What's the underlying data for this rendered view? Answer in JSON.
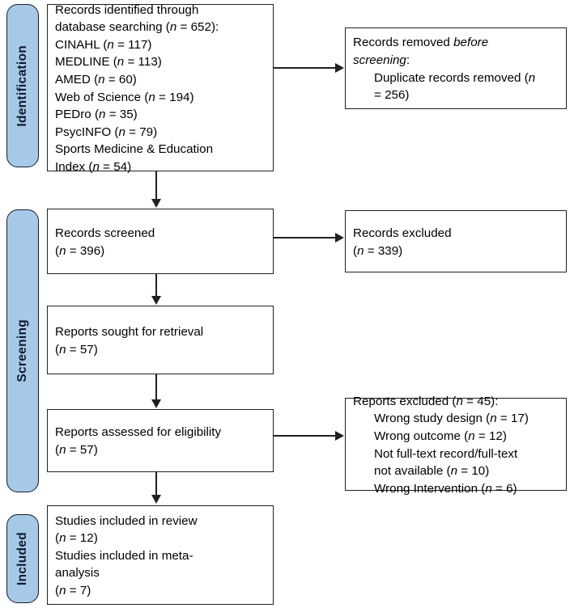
{
  "diagram": {
    "title": "PRISMA 2020 flow diagram",
    "accent_color": "#A6C9E8",
    "line_color": "#231f20"
  },
  "stages": [
    {
      "key": "identification",
      "label": "Identification"
    },
    {
      "key": "screening",
      "label": "Screening"
    },
    {
      "key": "included",
      "label": "Included"
    }
  ],
  "boxes": {
    "records_identified": {
      "lines": [
        "Records identified through",
        "database searching (",
        "CINAHL (",
        "MEDLINE (",
        "AMED (",
        "Web of Science (",
        "PEDro (",
        "PsycINFO (",
        "Sports Medicine & Education",
        "Index ("
      ],
      "l1": "Records identified through",
      "l2a": "database searching (",
      "l2n": "n",
      "l2b": " = 652):",
      "l3a": "CINAHL (",
      "l3n": "n",
      "l3b": " = 117)",
      "l4a": "MEDLINE (",
      "l4n": "n",
      "l4b": " = 113)",
      "l5a": "AMED (",
      "l5n": "n",
      "l5b": " = 60)",
      "l6a": "Web of Science (",
      "l6n": "n",
      "l6b": " = 194)",
      "l7a": "PEDro (",
      "l7n": "n",
      "l7b": " = 35)",
      "l8a": "PsycINFO (",
      "l8n": "n",
      "l8b": " = 79)",
      "l9": "Sports Medicine & Education",
      "l10a": "Index (",
      "l10n": "n",
      "l10b": " = 54)"
    },
    "records_removed": {
      "l1a": "Records removed ",
      "l1i": "before",
      "l2i": "screening",
      "l2b": ":",
      "l3a": "Duplicate records removed (",
      "l3n": "n",
      "l4": "= 256)"
    },
    "records_screened": {
      "l1": "Records screened",
      "l2a": "(",
      "l2n": "n",
      "l2b": " = 396)"
    },
    "records_excluded": {
      "l1": "Records excluded",
      "l2a": "(",
      "l2n": "n",
      "l2b": " = 339)"
    },
    "reports_sought": {
      "l1": "Reports sought for retrieval",
      "l2a": "(",
      "l2n": "n",
      "l2b": " = 57)"
    },
    "reports_assessed": {
      "l1": "Reports assessed for eligibility",
      "l2a": "(",
      "l2n": "n",
      "l2b": " = 57)"
    },
    "reports_excluded": {
      "l1a": "Reports excluded (",
      "l1n": "n",
      "l1b": " = 45):",
      "l2a": "Wrong study design (",
      "l2n": "n",
      "l2b": " = 17)",
      "l3a": "Wrong outcome (",
      "l3n": "n",
      "l3b": " = 12)",
      "l4": "Not full-text record/full-text",
      "l5a": "not available (",
      "l5n": "n",
      "l5b": " = 10)",
      "l6a": "Wrong Intervention (",
      "l6n": "n",
      "l6b": " = 6)"
    },
    "studies_included": {
      "l1": "Studies included in review",
      "l2a": "(",
      "l2n": "n",
      "l2b": " = 12)",
      "l3": "Studies included in meta-",
      "l4": "analysis",
      "l5a": "(",
      "l5n": "n",
      "l5b": " = 7)"
    }
  }
}
